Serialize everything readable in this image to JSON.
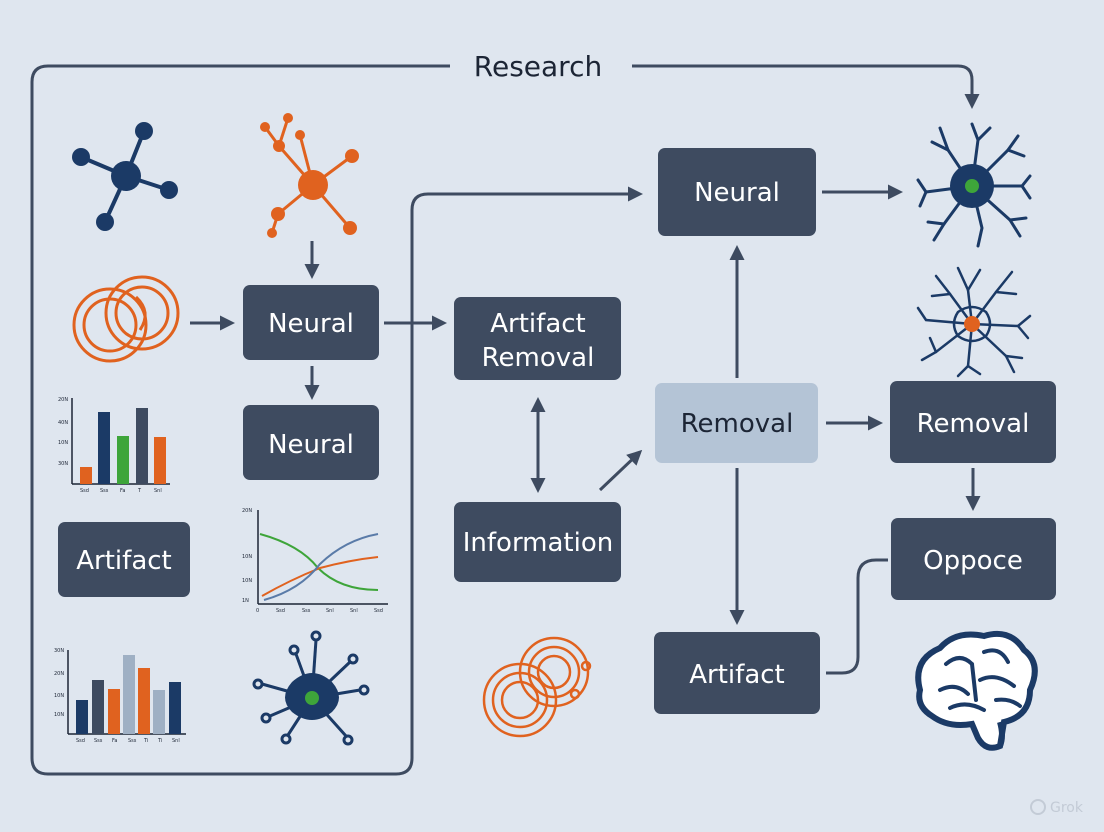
{
  "title": "Research",
  "boxes": {
    "neural_left_top": "Neural",
    "neural_left_bottom": "Neural",
    "artifact_left": "Artifact",
    "artifact_removal_1": "Artifact",
    "artifact_removal_2": "Removal",
    "information": "Information",
    "neural_top": "Neural",
    "removal_center": "Removal",
    "artifact_bottom": "Artifact",
    "removal_right": "Removal",
    "oppoce": "Oppoce"
  },
  "watermark": "Grok",
  "colors": {
    "background": "#dfe6ef",
    "box_dark": "#3e4b60",
    "box_light": "#b4c4d6",
    "navy": "#1b3a66",
    "orange": "#e0621f",
    "green": "#3ea53a",
    "gray": "#9fb0c4",
    "line": "#3e4b60"
  },
  "icons": [
    "molecule-icon",
    "orange-molecule-icon",
    "rings-icon",
    "bar-chart-icon",
    "line-chart-icon",
    "bar-chart-icon",
    "neuron-icon",
    "orange-rings-icon",
    "neuron-icon",
    "neuron-outline-icon",
    "brain-icon"
  ]
}
